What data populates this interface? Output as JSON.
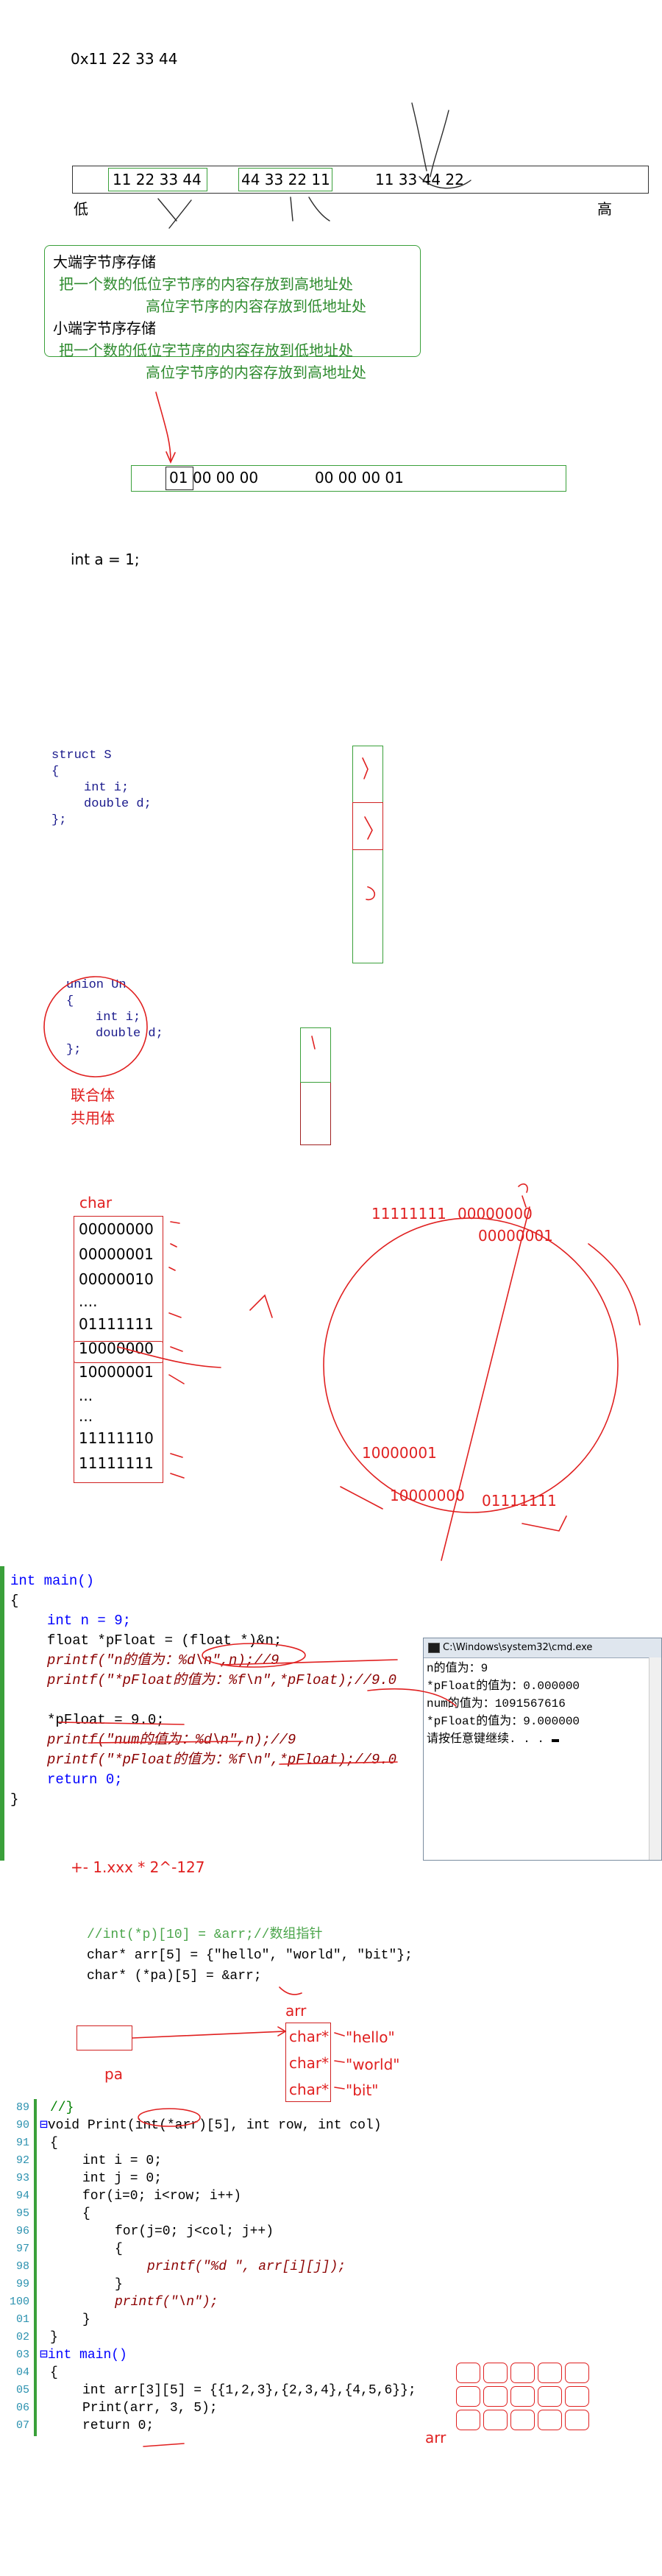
{
  "endian": {
    "hex_value": "0x11 22 33 44",
    "bar_left_bytes": "11 22 33 44",
    "bar_mid_bytes": "44 33 22 11",
    "bar_right_bytes": "11 33 44 22",
    "low_label": "低",
    "high_label": "高",
    "big_endian_title": "大端字节序存储",
    "big_endian_desc_1": "把一个数的低位字节序的内容存放到高地址处",
    "big_endian_desc_2": "高位字节序的内容存放到低地址处",
    "little_endian_title": "小端字节序存储",
    "little_endian_desc_1": "把一个数的低位字节序的内容存放到低地址处",
    "little_endian_desc_2": "高位字节序的内容存放到高地址处",
    "mem_bar_first": "01",
    "mem_bar_rest": "00 00 00",
    "mem_bar_right": "00 00 00 01",
    "int_decl": "int a = 1;"
  },
  "struct_code": [
    "struct S",
    "{",
    "int i;",
    "double d;",
    "};"
  ],
  "union_code": [
    "union Un",
    "{",
    "int i;",
    "double d;",
    "};"
  ],
  "union_labels": [
    "联合体",
    "共用体"
  ],
  "char_range": {
    "title": "char",
    "rows": [
      "00000000",
      "00000001",
      "00000010",
      "....",
      "01111111",
      "10000000",
      "10000001",
      "...",
      "...",
      "11111110",
      "11111111"
    ],
    "circle_labels": {
      "top_left": "11111111",
      "top_right": "00000000",
      "right_top": "00000001",
      "bottom_left": "10000001",
      "bottom_mid": "10000000",
      "bottom_right": "01111111"
    }
  },
  "float_code": {
    "lines": [
      "int main()",
      "{",
      "int n = 9;",
      "float *pFloat = (float *)&n;",
      "printf(\"n的值为：%d\\n\",n);//9",
      "printf(\"*pFloat的值为：%f\\n\",*pFloat);//9.0",
      "",
      "*pFloat = 9.0;",
      "printf(\"num的值为：%d\\n\",n);//9",
      "printf(\"*pFloat的值为：%f\\n\",*pFloat);//9.0",
      "return 0;",
      "}"
    ],
    "console_title": "C:\\Windows\\system32\\cmd.exe",
    "console_lines": [
      "n的值为：9",
      "*pFloat的值为：0.000000",
      "num的值为：1091567616",
      "*pFloat的值为：9.000000",
      "请按任意键继续. . ."
    ],
    "formula": "+-   1.xxx * 2^-127"
  },
  "pointer_array": {
    "code_top": "//int(*p)[10] = &arr;//数组指针",
    "code_1": "char* arr[5] = {\"hello\", \"world\", \"bit\"};",
    "code_2": "char* (*pa)[5] = &arr;",
    "arr_label": "arr",
    "pa_label": "pa",
    "cells": [
      "char*",
      "char*",
      "char*"
    ],
    "targets": [
      "\"hello\"",
      "\"world\"",
      "\"bit\""
    ]
  },
  "print_code": {
    "line_numbers": [
      "89",
      "90",
      "91",
      "92",
      "93",
      "94",
      "95",
      "96",
      "97",
      "98",
      "99",
      "100",
      "01",
      "02",
      "03",
      "04",
      "05",
      "06",
      "07"
    ],
    "lines": [
      "//}",
      "void Print(int(*arr)[5], int row, int col)",
      "{",
      "int i = 0;",
      "int j = 0;",
      "for(i=0; i<row; i++)",
      "{",
      "for(j=0; j<col; j++)",
      "{",
      "printf(\"%d \", arr[i][j]);",
      "}",
      "printf(\"\\n\");",
      "}",
      "}",
      "int main()",
      "{",
      "int arr[3][5] = {{1,2,3},{2,3,4},{4,5,6}};",
      "Print(arr, 3, 5);",
      "return 0;"
    ],
    "grid_label": "arr"
  },
  "colors": {
    "ink_red": "#e02020",
    "ink_green": "#2e8b2e",
    "code_keyword": "#0000ff",
    "code_comment": "#008000"
  }
}
